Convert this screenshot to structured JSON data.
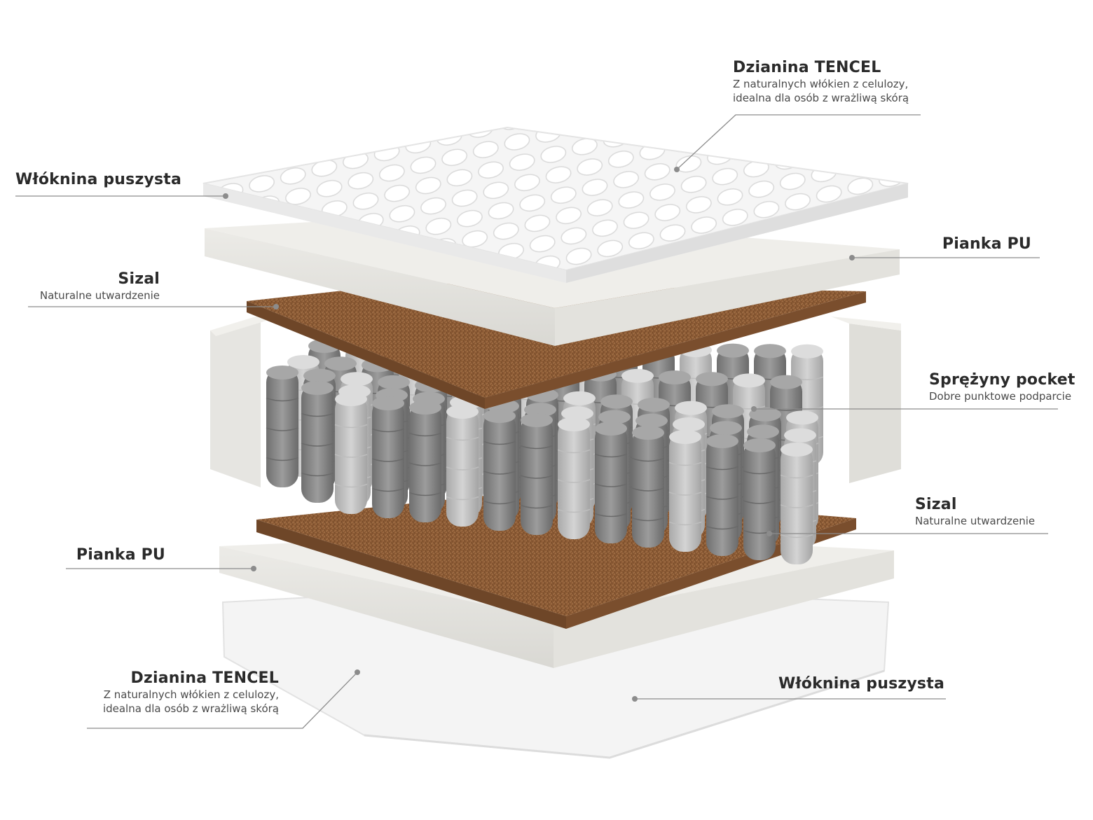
{
  "colors": {
    "background": "#ffffff",
    "leader_line": "#8c8c8c",
    "leader_dot": "#8c8c8c",
    "label_text": "#2a2a2a",
    "fabric": "#f3f3f3",
    "foam": "#e9e8e4",
    "sisal": "#8a5a35",
    "spring": "#9a9a9a"
  },
  "labels": {
    "tencel_top": {
      "title": "Dzianina TENCEL",
      "line1": "Z naturalnych włókien z celulozy,",
      "line2": "idealna dla osób z wrażliwą skórą"
    },
    "fleece_top": {
      "title": "Włóknina puszysta"
    },
    "foam_top": {
      "title": "Pianka PU"
    },
    "sisal_top": {
      "title": "Sizal",
      "line1": "Naturalne utwardzenie"
    },
    "springs": {
      "title": "Sprężyny pocket",
      "line1": "Dobre punktowe podparcie"
    },
    "sisal_bottom": {
      "title": "Sizal",
      "line1": "Naturalne utwardzenie"
    },
    "foam_bottom": {
      "title": "Pianka PU"
    },
    "tencel_bottom": {
      "title": "Dzianina TENCEL",
      "line1": "Z naturalnych włókien z celulozy,",
      "line2": "idealna dla osób z wrażliwą skórą"
    },
    "fleece_bottom": {
      "title": "Włóknina puszysta"
    }
  }
}
